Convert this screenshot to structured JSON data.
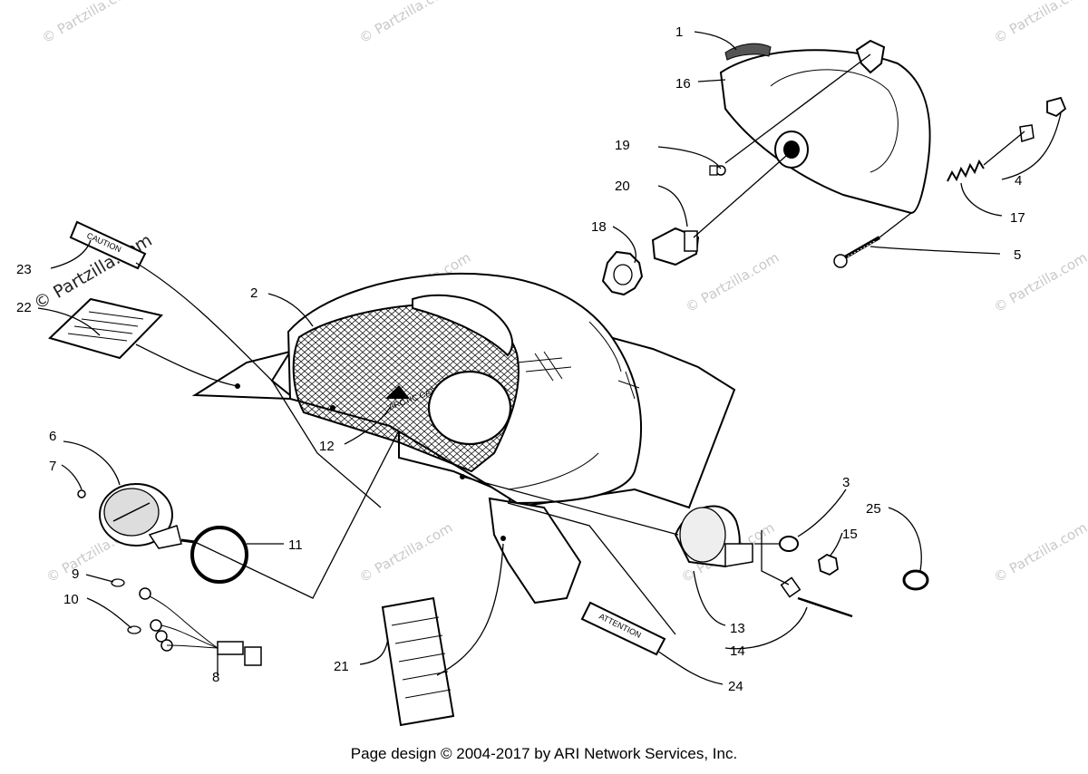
{
  "watermark": "© Partzilla.com",
  "footer": "Page design © 2004-2017 by ARI Network Services, Inc.",
  "decals": {
    "caution": "CAUTION",
    "attention": "ATTENTION",
    "arctic_cat": "ARCTIC CAT"
  },
  "callouts": [
    {
      "id": "c1",
      "text": "1"
    },
    {
      "id": "c2",
      "text": "2"
    },
    {
      "id": "c3",
      "text": "3"
    },
    {
      "id": "c4",
      "text": "4"
    },
    {
      "id": "c5",
      "text": "5"
    },
    {
      "id": "c6",
      "text": "6"
    },
    {
      "id": "c7",
      "text": "7"
    },
    {
      "id": "c8",
      "text": "8"
    },
    {
      "id": "c9",
      "text": "9"
    },
    {
      "id": "c10",
      "text": "10"
    },
    {
      "id": "c11",
      "text": "11"
    },
    {
      "id": "c12",
      "text": "12"
    },
    {
      "id": "c13",
      "text": "13"
    },
    {
      "id": "c14",
      "text": "14"
    },
    {
      "id": "c15",
      "text": "15"
    },
    {
      "id": "c16",
      "text": "16"
    },
    {
      "id": "c17",
      "text": "17"
    },
    {
      "id": "c18",
      "text": "18"
    },
    {
      "id": "c19",
      "text": "19"
    },
    {
      "id": "c20",
      "text": "20"
    },
    {
      "id": "c21",
      "text": "21"
    },
    {
      "id": "c22",
      "text": "22"
    },
    {
      "id": "c23",
      "text": "23"
    },
    {
      "id": "c24",
      "text": "24"
    },
    {
      "id": "c25",
      "text": "25"
    }
  ]
}
